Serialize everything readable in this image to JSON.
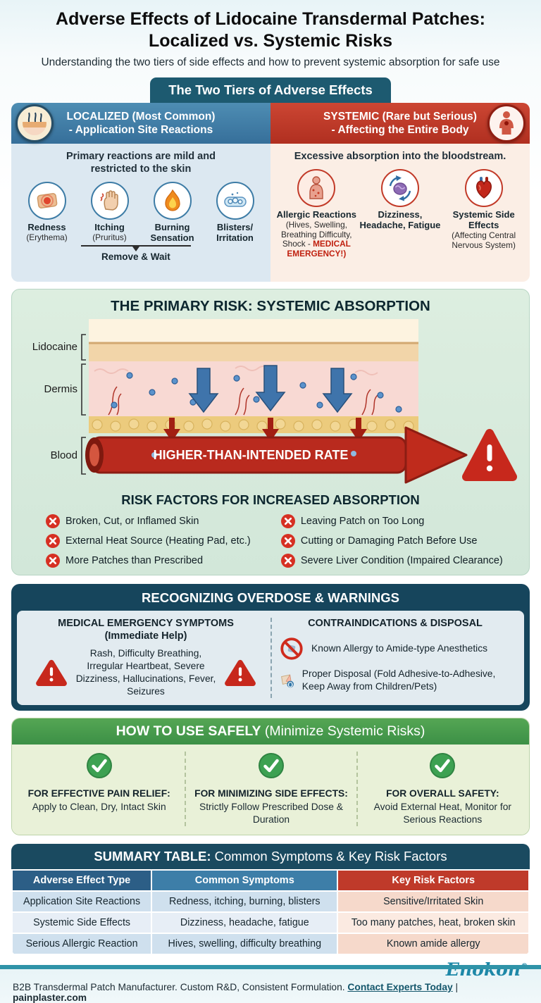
{
  "page": {
    "title_line1": "Adverse Effects of Lidocaine Transdermal Patches:",
    "title_line2": "Localized vs. Systemic Risks",
    "subtitle": "Understanding the two tiers of side effects and how to prevent systemic absorption for safe use"
  },
  "tiers": {
    "badge": "The Two Tiers of Adverse Effects",
    "localized": {
      "title_line1": "LOCALIZED (Most Common)",
      "title_line2": "- Application Site Reactions",
      "description": "Primary reactions are mild and restricted to the skin",
      "items": [
        {
          "label": "Redness",
          "sub": "(Erythema)"
        },
        {
          "label": "Itching",
          "sub": "(Pruritus)"
        },
        {
          "label": "Burning Sensation",
          "sub": ""
        },
        {
          "label": "Blisters/ Irritation",
          "sub": ""
        }
      ],
      "action": "Remove & Wait"
    },
    "systemic": {
      "title_line1": "SYSTEMIC (Rare but Serious)",
      "title_line2": "- Affecting the Entire Body",
      "description": "Excessive absorption into the bloodstream.",
      "items": [
        {
          "label": "Allergic Reactions",
          "sub": "(Hives, Swelling, Breathing Difficulty, Shock - ",
          "sub_emphasis": "MEDICAL EMERGENCY!)"
        },
        {
          "label": "Dizziness, Headache, Fatigue",
          "sub": ""
        },
        {
          "label": "Systemic Side Effects",
          "sub": "(Affecting Central Nervous System)"
        }
      ]
    }
  },
  "absorption": {
    "title": "THE PRIMARY RISK: SYSTEMIC ABSORPTION",
    "layers": [
      "Lidocaine",
      "Dermis",
      "Blood"
    ],
    "arrow_text": "HIGHER-THAN-INTENDED RATE",
    "risk_title": "RISK FACTORS FOR INCREASED ABSORPTION",
    "risks_left": [
      "Broken, Cut, or Inflamed Skin",
      "External Heat Source (Heating Pad, etc.)",
      "More Patches than Prescribed"
    ],
    "risks_right": [
      "Leaving Patch on Too Long",
      "Cutting or Damaging Patch Before Use",
      "Severe Liver Condition (Impaired Clearance)"
    ]
  },
  "overdose": {
    "title": "RECOGNIZING OVERDOSE & WARNINGS",
    "emergency": {
      "title_line1": "MEDICAL EMERGENCY SYMPTOMS",
      "title_line2": "(Immediate Help)",
      "text": "Rash, Difficulty Breathing, Irregular Heartbeat, Severe Dizziness, Hallucinations, Fever, Seizures"
    },
    "contraindications": {
      "title": "CONTRAINDICATIONS & DISPOSAL",
      "items": [
        "Known Allergy to Amide-type Anesthetics",
        "Proper Disposal (Fold Adhesive-to-Adhesive, Keep Away from Children/Pets)"
      ]
    }
  },
  "safety": {
    "title_bold": "HOW TO USE SAFELY",
    "title_rest": " (Minimize Systemic Risks)",
    "columns": [
      {
        "title": "FOR EFFECTIVE PAIN RELIEF:",
        "text": "Apply to Clean, Dry, Intact Skin"
      },
      {
        "title": "FOR MINIMIZING SIDE EFFECTS:",
        "text": "Strictly Follow Prescribed Dose & Duration"
      },
      {
        "title": "FOR OVERALL SAFETY:",
        "text": "Avoid External Heat, Monitor for Serious Reactions"
      }
    ]
  },
  "summary": {
    "title_bold": "SUMMARY TABLE:",
    "title_rest": " Common Symptoms & Key Risk Factors",
    "headers": [
      "Adverse Effect Type",
      "Common Symptoms",
      "Key Risk Factors"
    ],
    "rows": [
      [
        "Application Site Reactions",
        "Redness, itching, burning, blisters",
        "Sensitive/Irritated Skin"
      ],
      [
        "Systemic Side Effects",
        "Dizziness, headache, fatigue",
        "Too many patches, heat, broken skin"
      ],
      [
        "Serious Allergic Reaction",
        "Hives, swelling, difficulty breathing",
        "Known amide allergy"
      ]
    ]
  },
  "footer": {
    "brand": "Enokon",
    "reg": "®",
    "text": "B2B Transdermal Patch Manufacturer. Custom R&D, Consistent Formulation. ",
    "link": "Contact Experts Today",
    "divider": " | ",
    "site": "painplaster.com"
  },
  "icons": {
    "x_circle": "✕",
    "warning": "⚠",
    "check": "✓",
    "prohibited": "🚫"
  }
}
